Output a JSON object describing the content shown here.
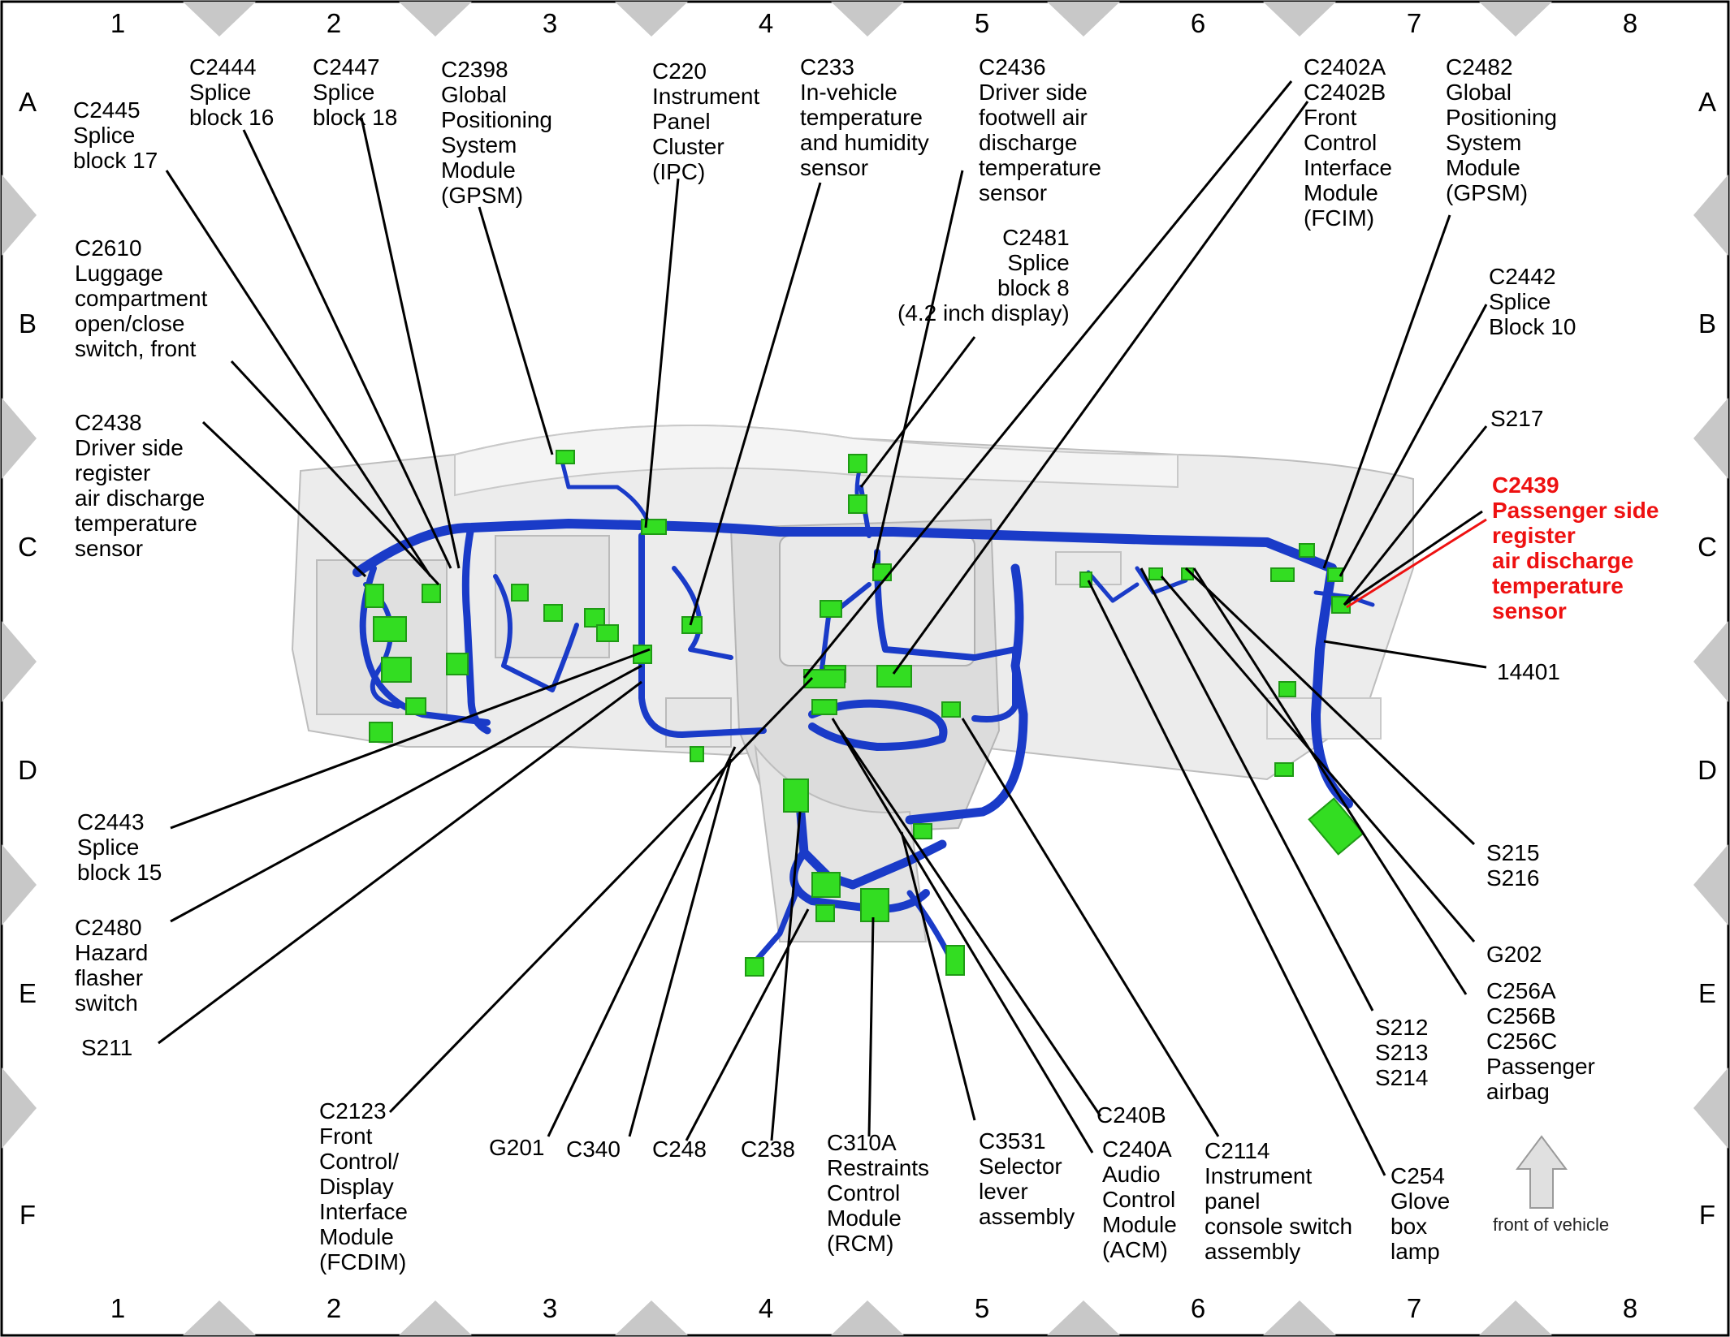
{
  "grid": {
    "columns": [
      "1",
      "2",
      "3",
      "4",
      "5",
      "6",
      "7",
      "8"
    ],
    "rows": [
      "A",
      "B",
      "C",
      "D",
      "E",
      "F"
    ]
  },
  "colors": {
    "harness": "#1a3bc8",
    "connector": "#33dd22",
    "highlight": "#ee1111",
    "frame": "#c8c8c8"
  },
  "labels": {
    "c2445": [
      "C2445",
      "Splice",
      "block 17"
    ],
    "c2444": [
      "C2444",
      "Splice",
      "block 16"
    ],
    "c2447": [
      "C2447",
      "Splice",
      "block 18"
    ],
    "c2398": [
      "C2398",
      "Global",
      "Positioning",
      "System",
      "Module",
      "(GPSM)"
    ],
    "c220": [
      "C220",
      "Instrument",
      "Panel",
      "Cluster",
      "(IPC)"
    ],
    "c233": [
      "C233",
      "In-vehicle",
      "temperature",
      "and humidity",
      "sensor"
    ],
    "c2436": [
      "C2436",
      "Driver side",
      "footwell air",
      "discharge",
      "temperature",
      "sensor"
    ],
    "c2402": [
      "C2402A",
      "C2402B",
      "Front",
      "Control",
      "Interface",
      "Module",
      "(FCIM)"
    ],
    "c2482": [
      "C2482",
      "Global",
      "Positioning",
      "System",
      "Module",
      "(GPSM)"
    ],
    "c2610": [
      "C2610",
      "Luggage",
      "compartment",
      "open/close",
      "switch, front"
    ],
    "c2481": [
      "C2481",
      "Splice",
      "block 8",
      "(4.2 inch display)"
    ],
    "c2442": [
      "C2442",
      "Splice",
      "Block 10"
    ],
    "s217": [
      "S217"
    ],
    "c2439": [
      "C2439",
      "Passenger side",
      "register",
      "air discharge",
      "temperature",
      "sensor"
    ],
    "c2438": [
      "C2438",
      "Driver side",
      "register",
      "air discharge",
      "temperature",
      "sensor"
    ],
    "w14401": [
      "14401"
    ],
    "c2443": [
      "C2443",
      "Splice",
      "block 15"
    ],
    "c2480": [
      "C2480",
      "Hazard",
      "flasher",
      "switch"
    ],
    "s211": [
      "S211"
    ],
    "s215": [
      "S215",
      "S216"
    ],
    "g202": [
      "G202"
    ],
    "c256": [
      "C256A",
      "C256B",
      "C256C",
      "Passenger",
      "airbag"
    ],
    "s212": [
      "S212",
      "S213",
      "S214"
    ],
    "c2123": [
      "C2123",
      "Front",
      "Control/",
      "Display",
      "Interface",
      "Module",
      "(FCDIM)"
    ],
    "g201": [
      "G201"
    ],
    "c340": [
      "C340"
    ],
    "c248": [
      "C248"
    ],
    "c238": [
      "C238"
    ],
    "c310a": [
      "C310A",
      "Restraints",
      "Control",
      "Module",
      "(RCM)"
    ],
    "c3531": [
      "C3531",
      "Selector",
      "lever",
      "assembly"
    ],
    "c240b": [
      "C240B"
    ],
    "c240a": [
      "C240A",
      "Audio",
      "Control",
      "Module",
      "(ACM)"
    ],
    "c2114": [
      "C2114",
      "Instrument",
      "panel",
      "console switch",
      "assembly"
    ],
    "c254": [
      "C254",
      "Glove",
      "box",
      "lamp"
    ]
  },
  "orientation": {
    "label": "front of vehicle",
    "icon": "arrow-up-icon"
  }
}
